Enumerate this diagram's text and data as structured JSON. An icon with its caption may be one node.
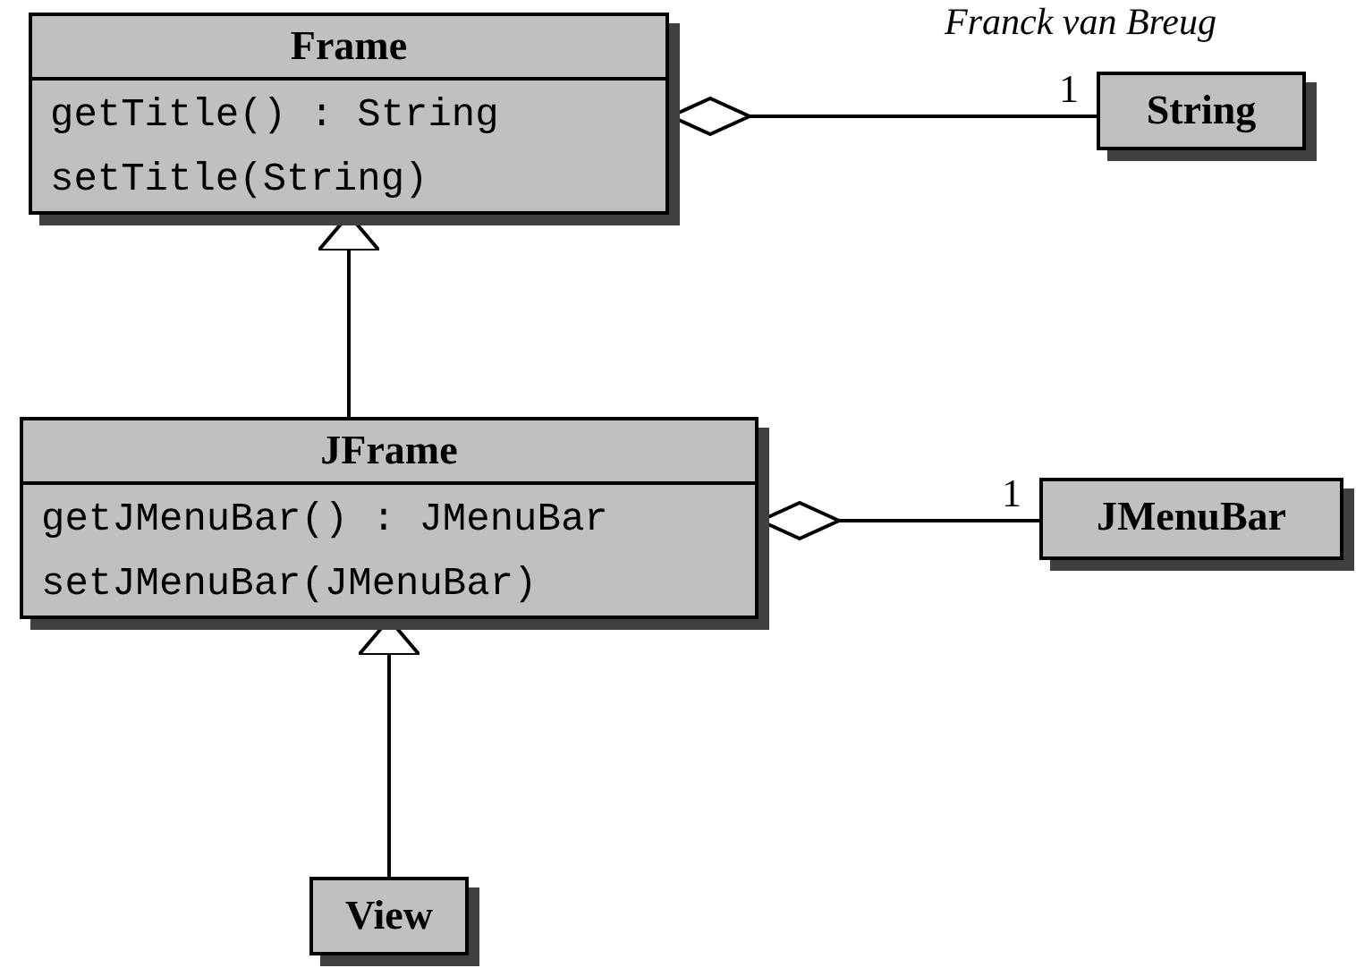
{
  "diagram": {
    "nodes": [
      {
        "text": [
          "Frame",
          "getTitle() : String",
          "setTitle(String)"
        ]
      },
      {
        "text": [
          "String"
        ]
      },
      {
        "text": [
          "JFrame",
          "getJMenuBar() : JMenuBar",
          "setJMenuBar(JMenuBar)"
        ]
      },
      {
        "text": [
          "JMenuBar"
        ]
      },
      {
        "text": [
          "View"
        ]
      }
    ],
    "edges": [
      {
        "from": 0,
        "to": 1,
        "arrow": "other",
        "label": "1"
      },
      {
        "from": 2,
        "to": 0,
        "arrow": "to"
      },
      {
        "from": 2,
        "to": 3,
        "arrow": "other",
        "label": "1"
      },
      {
        "from": 4,
        "to": 2,
        "arrow": "to"
      }
    ],
    "labels": [
      "Franck van Breug"
    ]
  }
}
